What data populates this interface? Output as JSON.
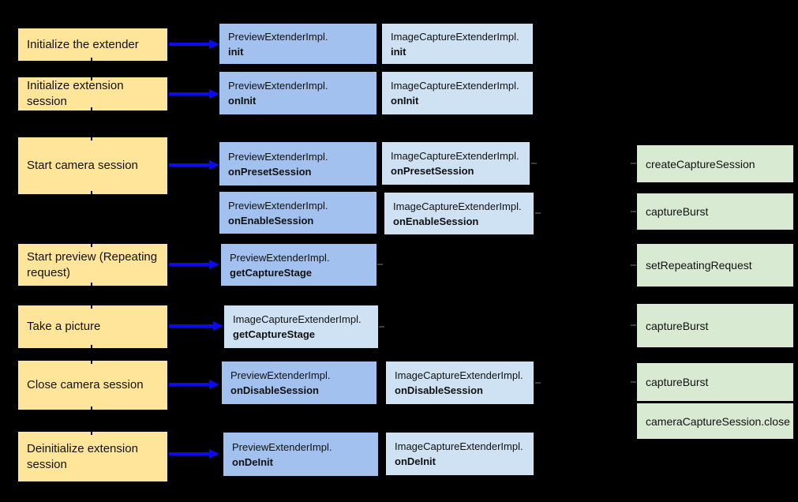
{
  "colors": {
    "background": "#000000",
    "step_fill": "#FFE599",
    "preview_fill": "#A3C1EE",
    "image_capture_fill": "#CFE2F3",
    "camera2_fill": "#D9EAD3",
    "arrow": "#0B0BEE",
    "text": "#111111"
  },
  "steps": [
    {
      "label": "Initialize the extender"
    },
    {
      "label": "Initialize extension session"
    },
    {
      "label": "Start camera session"
    },
    {
      "label": "Start preview (Repeating request)"
    },
    {
      "label": "Take a picture"
    },
    {
      "label": "Close camera session"
    },
    {
      "label": "Deinitialize extension session"
    }
  ],
  "preview_extender_boxes": [
    {
      "impl": "PreviewExtenderImpl.",
      "method": "init"
    },
    {
      "impl": "PreviewExtenderImpl.",
      "method": "onInit"
    },
    {
      "impl": "PreviewExtenderImpl.",
      "method": "onPresetSession"
    },
    {
      "impl": "PreviewExtenderImpl.",
      "method": "onEnableSession"
    },
    {
      "impl": "PreviewExtenderImpl.",
      "method": "getCaptureStage"
    },
    {
      "impl": "PreviewExtenderImpl.",
      "method": "onDisableSession"
    },
    {
      "impl": "PreviewExtenderImpl.",
      "method": "onDeInit"
    }
  ],
  "image_capture_extender_boxes": [
    {
      "impl": "ImageCaptureExtenderImpl.",
      "method": "init"
    },
    {
      "impl": "ImageCaptureExtenderImpl.",
      "method": "onInit"
    },
    {
      "impl": "ImageCaptureExtenderImpl.",
      "method": "onPresetSession"
    },
    {
      "impl": "ImageCaptureExtenderImpl.",
      "method": "onEnableSession"
    },
    {
      "impl": "ImageCaptureExtenderImpl.",
      "method": "getCaptureStage"
    },
    {
      "impl": "ImageCaptureExtenderImpl.",
      "method": "onDisableSession"
    },
    {
      "impl": "ImageCaptureExtenderImpl.",
      "method": "onDeInit"
    }
  ],
  "camera2_boxes": [
    {
      "label": "createCaptureSession"
    },
    {
      "label": "captureBurst"
    },
    {
      "label": "setRepeatingRequest"
    },
    {
      "label": "captureBurst"
    },
    {
      "label": "captureBurst"
    },
    {
      "label": "cameraCaptureSession.close"
    }
  ]
}
